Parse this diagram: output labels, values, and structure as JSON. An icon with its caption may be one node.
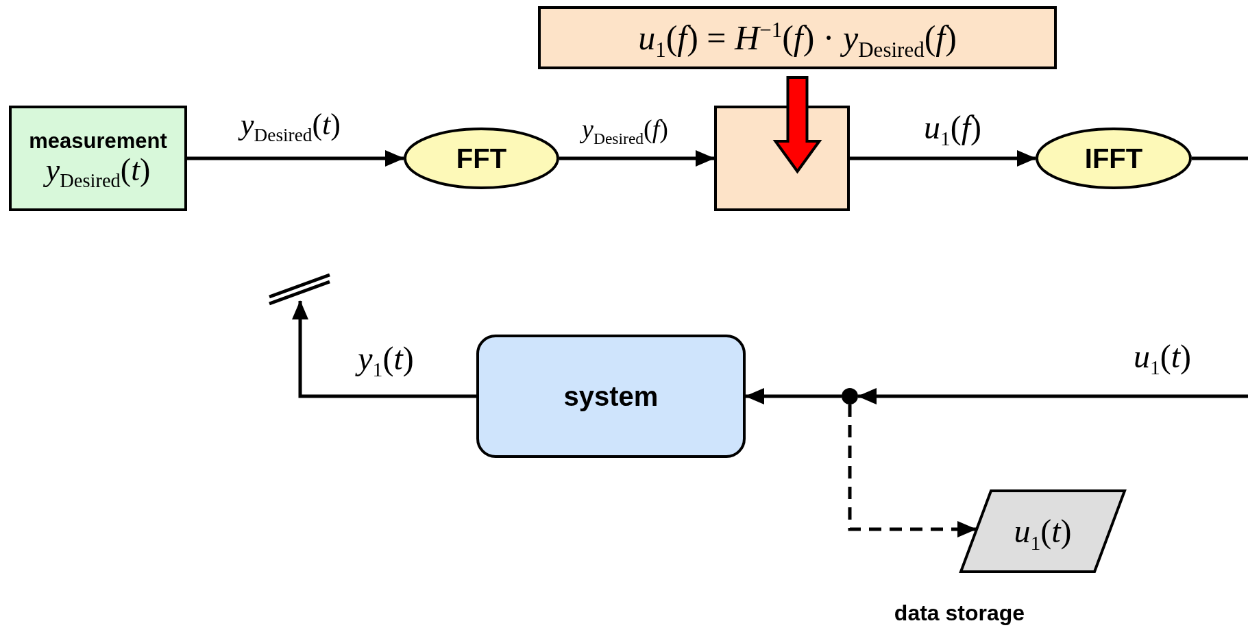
{
  "diagram": {
    "nodes": [
      {
        "text": [
          "measurement",
          "*y*$_{Desired}$(*t*)"
        ]
      },
      {
        "text": [
          "FFT"
        ]
      },
      {
        "text": [],
        "shape": "box"
      },
      {
        "text": [
          "*u*$_{1}$(*f*) = *H*$^{−1}$(*f*) · *y*$_{Desired}$(*f*)"
        ]
      },
      {
        "text": [
          "IFFT"
        ]
      },
      {
        "text": [
          "system"
        ]
      },
      {
        "text": [],
        "shape": "circle"
      },
      {
        "text": [],
        "shape": "bar"
      },
      {
        "text": [
          "*u*$_{1}$(*t*)"
        ],
        "beside": [
          "data storage"
        ]
      }
    ],
    "edges": [
      {
        "from": 0,
        "to": 1,
        "arrow": "to",
        "label": "*y*$_{Desired}$(*t*)"
      },
      {
        "from": 1,
        "to": 2,
        "arrow": "to",
        "label": "*y*$_{Desired}$(*f*)"
      },
      {
        "from": 3,
        "to": 2,
        "arrow": "to",
        "style": "thick",
        "color": "#ff0000"
      },
      {
        "from": 2,
        "to": 4,
        "arrow": "to",
        "label": "*u*$_{1}$(*f*)"
      },
      {
        "from": 4,
        "to": null,
        "arrow": "none"
      },
      {
        "from": null,
        "to": 6,
        "arrow": "to",
        "label": "*u*$_{1}$(*t*)"
      },
      {
        "from": 6,
        "to": 5,
        "arrow": "to"
      },
      {
        "from": 5,
        "to": 7,
        "arrow": "to",
        "label": "*y*$_{1}$(*t*)"
      },
      {
        "from": 6,
        "to": 8,
        "arrow": "to",
        "style": "dashed"
      }
    ]
  }
}
